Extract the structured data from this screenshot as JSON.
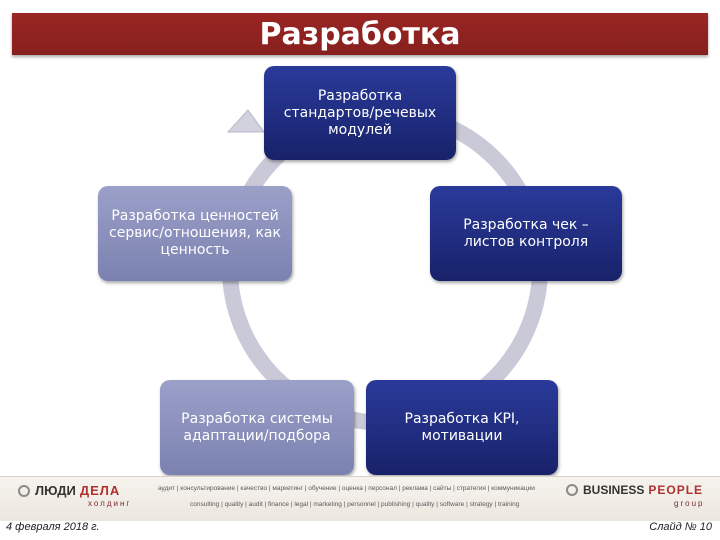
{
  "title": "Разработка",
  "nodes": [
    {
      "id": "standards",
      "text": "Разработка стандартов/речевых модулей",
      "style": "navy"
    },
    {
      "id": "checklists",
      "text": "Разработка чек – листов контроля",
      "style": "navy"
    },
    {
      "id": "kpi",
      "text": "Разработка KPI, мотивации",
      "style": "navy"
    },
    {
      "id": "adaptation",
      "text": "Разработка системы адаптации/подбора",
      "style": "gray"
    },
    {
      "id": "values",
      "text": "Разработка ценностей сервис/отношения, как ценность",
      "style": "gray"
    }
  ],
  "colors": {
    "title_bar": "#8e2320",
    "navy_box": "#1f2b7e",
    "gray_box": "#8c92bd",
    "cycle_ring": "#c8c8d6"
  },
  "footer": {
    "logo_left_word1": "ЛЮДИ",
    "logo_left_word2": "ДЕЛА",
    "logo_left_sub": "холдинг",
    "services_line1": "аудит | консультирование | качество | маркетинг | обучение | оценка | персонал | реклама | сайты | стратегия | коммуникации",
    "services_line2": "consulting | quality | audit | finance | legal | marketing | personnel | publishing | quality | software | strategy | training",
    "logo_right_word1": "BUSINESS",
    "logo_right_word2": "PEOPLE",
    "logo_right_sub": "group",
    "date": "4 февраля 2018 г.",
    "slide_number": "Слайд № 10"
  }
}
